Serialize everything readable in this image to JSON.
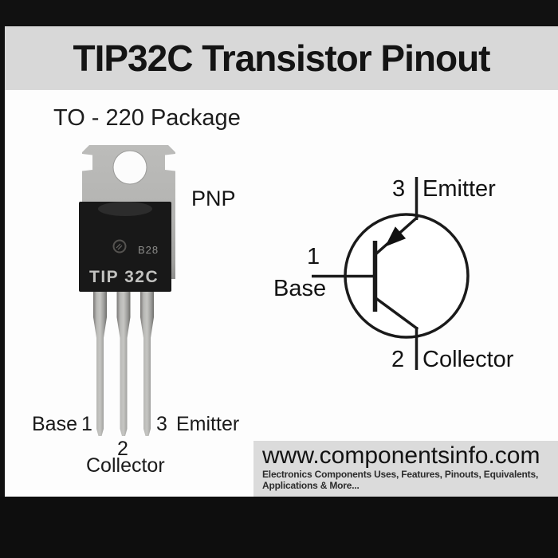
{
  "title": "TIP32C Transistor Pinout",
  "package": {
    "label": "TO - 220 Package",
    "polarity": "PNP",
    "body_marking": "TIP 32C",
    "date_code": "B28",
    "pins": [
      {
        "number": "1",
        "name": "Base"
      },
      {
        "number": "2",
        "name": "Collector"
      },
      {
        "number": "3",
        "name": "Emitter"
      }
    ]
  },
  "footer": {
    "website": "www.componentsinfo.com",
    "tagline_line1": "Electronics Components Uses, Features, Pinouts, Equivalents,",
    "tagline_line2": "Applications & More..."
  },
  "colors": {
    "bar_black": "#111111",
    "banner_bg": "#d8d8d8",
    "page_bg": "#fdfdfd",
    "footer_bg": "#dbdbdb",
    "ink": "#161616",
    "tab_metal": "#b5b5b3",
    "body_plastic": "#181818",
    "marking_text": "#c2c2c2",
    "leg_metal": "#a8a8a5"
  }
}
